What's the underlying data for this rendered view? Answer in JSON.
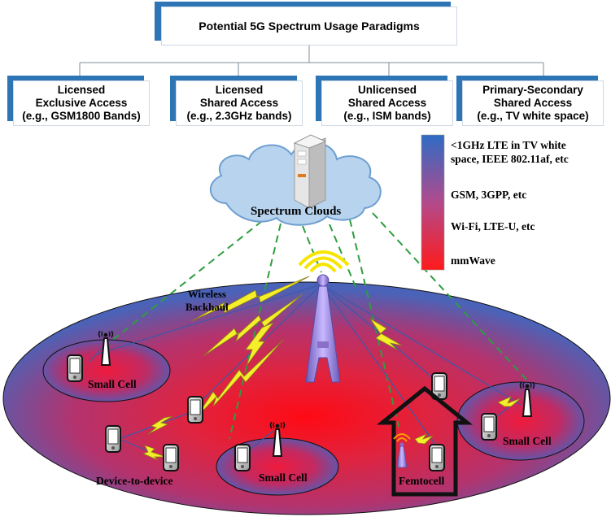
{
  "title": "Potential 5G Spectrum Usage Paradigms",
  "paradigms": [
    {
      "line1": "Licensed",
      "line2": "Exclusive Access",
      "line3": "(e.g., GSM1800 Bands)"
    },
    {
      "line1": "Licensed",
      "line2": "Shared Access",
      "line3": "(e.g., 2.3GHz bands)"
    },
    {
      "line1": "Unlicensed",
      "line2": "Shared Access",
      "line3": "(e.g., ISM bands)"
    },
    {
      "line1": "Primary-Secondary",
      "line2": "Shared Access",
      "line3": "(e.g., TV white space)"
    }
  ],
  "legend": {
    "band1_line1": "<1GHz LTE in TV white",
    "band1_line2": "space, IEEE 802.11af, etc",
    "band2": "GSM, 3GPP, etc",
    "band3": "Wi-Fi, LTE-U, etc",
    "band4": "mmWave",
    "colors": {
      "top": "#2e6bc4",
      "middle": "#b24a8c",
      "bottom": "#ff1a1a"
    }
  },
  "labels": {
    "spectrum_clouds": "Spectrum Clouds",
    "wireless_backhaul_1": "Wireless",
    "wireless_backhaul_2": "Backhaul",
    "small_cell_left": "Small Cell",
    "small_cell_bottom": "Small Cell",
    "small_cell_right": "Small Cell",
    "device_to_device": "Device-to-device",
    "femtocell": "Femtocell"
  },
  "colors": {
    "box_accent": "#2e75b6",
    "cloud_fill": "#b7d3ee",
    "cloud_stroke": "#6f9fd0",
    "dashed_link": "#2e9e3e",
    "backhaul": "#f5ef2a",
    "tower": "#8a6fc9"
  },
  "icons": [
    "server-icon",
    "cell-tower-icon",
    "mobile-phone-icon",
    "antenna-icon",
    "lightning-icon",
    "house-icon"
  ]
}
